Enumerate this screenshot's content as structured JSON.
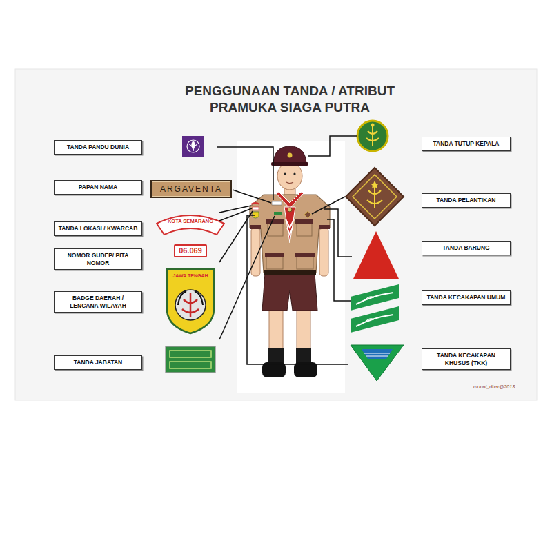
{
  "diagram": {
    "title": "PENGGUNAAN TANDA / ATRIBUT PRAMUKA SIAGA PUTRA",
    "nodes": [
      {
        "text": [
          "TANDA PANDU DUNIA"
        ]
      },
      {
        "text": [
          "PAPAN NAMA"
        ]
      },
      {
        "text": [
          "ARGAVENTA"
        ]
      },
      {
        "text": [
          "TANDA LOKASI / KWARCAB"
        ]
      },
      {
        "text": [
          "KOTA SEMARANG"
        ]
      },
      {
        "text": [
          "NOMOR GUDEP/ PITA NOMOR"
        ]
      },
      {
        "text": [
          "06.069"
        ]
      },
      {
        "text": [
          "BADGE DAERAH / LENCANA WILAYAH"
        ]
      },
      {
        "text": [
          "JAWA TENGAH"
        ]
      },
      {
        "text": [
          "TANDA JABATAN"
        ]
      },
      {
        "text": [
          "TANDA TUTUP KEPALA"
        ]
      },
      {
        "text": [
          "TANDA PELANTIKAN"
        ]
      },
      {
        "text": [
          "TANDA BARUNG"
        ]
      },
      {
        "text": [
          "TANDA KECAKAPAN UMUM"
        ]
      },
      {
        "text": [
          "TANDA KECAKAPAN KHUSUS (TKK)"
        ]
      }
    ],
    "labels": [
      "mount_dhar@2013"
    ]
  }
}
